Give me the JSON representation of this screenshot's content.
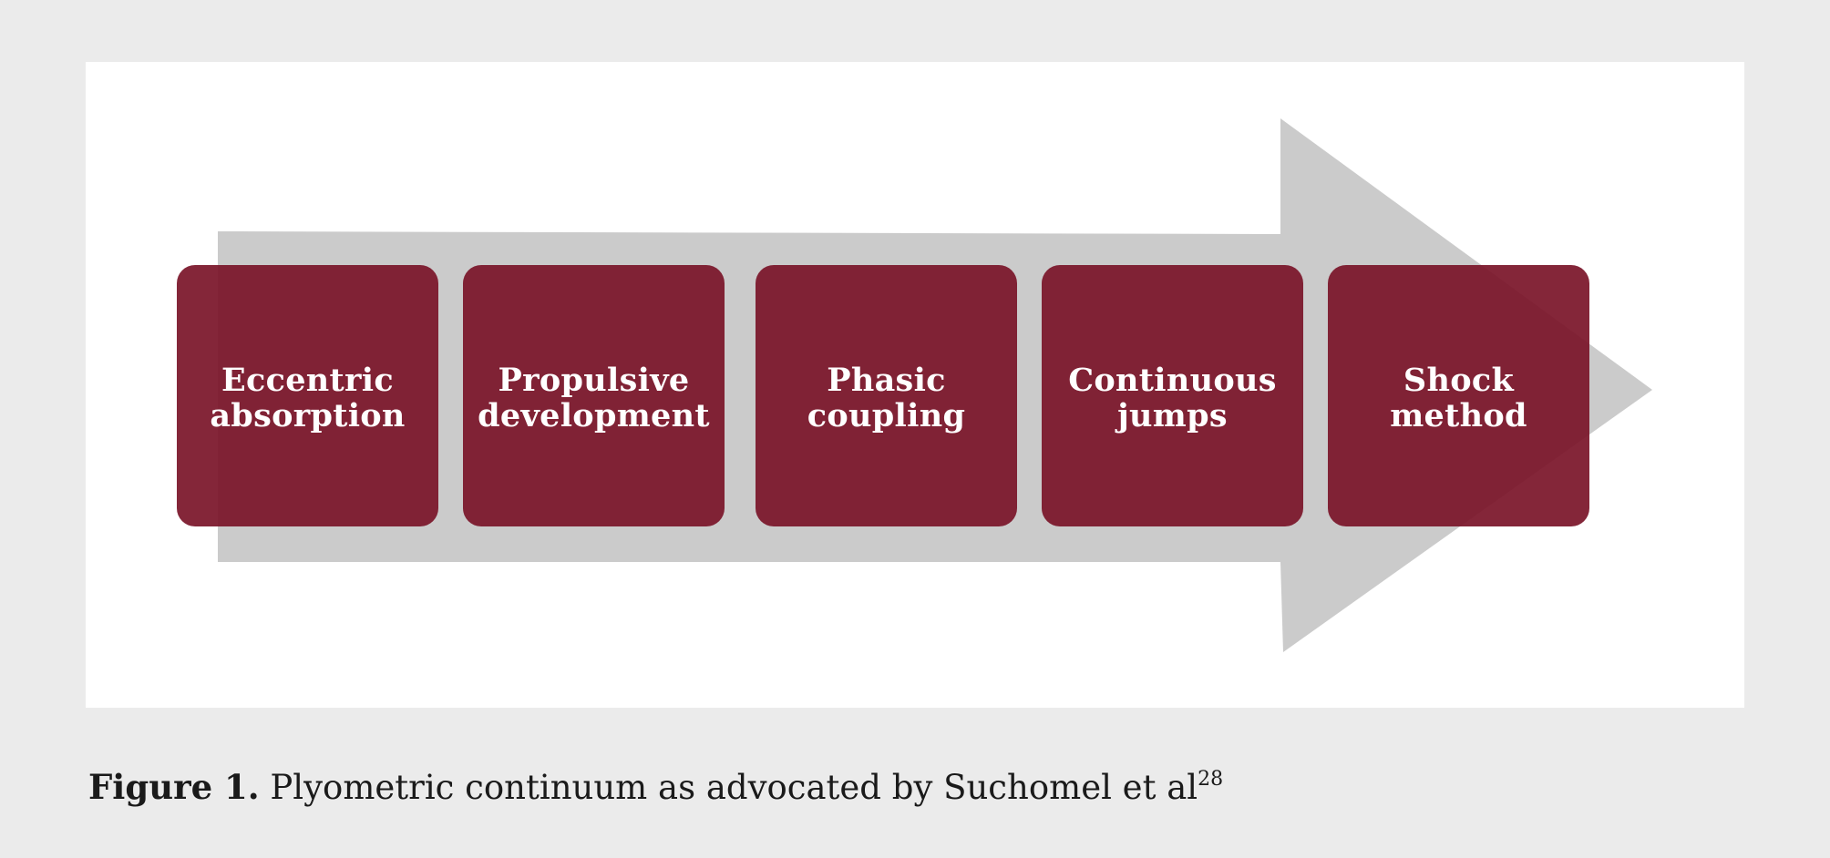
{
  "colors": {
    "page_background": "#ebebeb",
    "panel_background": "#ffffff",
    "arrow": "#cbcbcb",
    "box": "#7a1428",
    "box_text": "#ffffff"
  },
  "diagram": {
    "steps": [
      {
        "label": "Eccentric\nabsorption"
      },
      {
        "label": "Propulsive\ndevelopment"
      },
      {
        "label": "Phasic\ncoupling"
      },
      {
        "label": "Continuous\njumps"
      },
      {
        "label": "Shock\nmethod"
      }
    ]
  },
  "caption": {
    "label": "Figure 1.",
    "text": "Plyometric continuum as advocated by Suchomel et al",
    "reference": "28"
  }
}
